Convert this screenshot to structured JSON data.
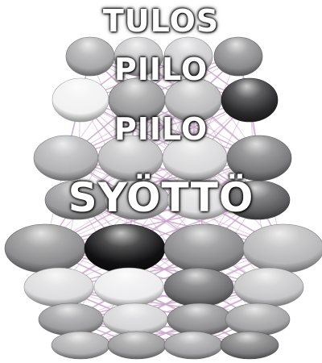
{
  "labels": {
    "output": "TULOS",
    "hidden1": "PIILO",
    "hidden2": "PIILO",
    "input": "SYÖTTÖ"
  },
  "colors": {
    "connection": "#c9a2c9",
    "background": "#ffffff"
  },
  "network": {
    "rows_back_to_front": [
      {
        "layer": "output",
        "shades": [
          "#a9a9ab",
          "#c6c6c8",
          "#cfcfd1",
          "#8a8a8c"
        ]
      },
      {
        "layer": "hidden1",
        "shades": [
          "#f2f2f2",
          "#9c9c9e",
          "#bdbdbf",
          "#2a2a2c"
        ]
      },
      {
        "layer": "hidden2",
        "shades": [
          "#b3b3b5",
          "#c1c1c3",
          "#d9d9db",
          "#7a7a7c"
        ]
      },
      {
        "layer": "input",
        "shades": [
          "#9a9a9c",
          "#bcbcbe",
          "#e0e0e2",
          "#5a5a5c"
        ]
      },
      {
        "layer": "input",
        "shades": [
          "#8d8d8f",
          "#111113",
          "#8a8a8c",
          "#b8b8ba"
        ]
      },
      {
        "layer": "input",
        "shades": [
          "#dddddf",
          "#ededef",
          "#6e6e70",
          "#c8c8ca"
        ]
      },
      {
        "layer": "input",
        "shades": [
          "#9e9ea0",
          "#d6d6d8",
          "#8f8f91",
          "#a4a4a6"
        ]
      },
      {
        "layer": "input",
        "shades": [
          "#b0b0b2",
          "#9c9c9e",
          "#a3a3a5",
          "#7c7c7e"
        ]
      }
    ]
  }
}
